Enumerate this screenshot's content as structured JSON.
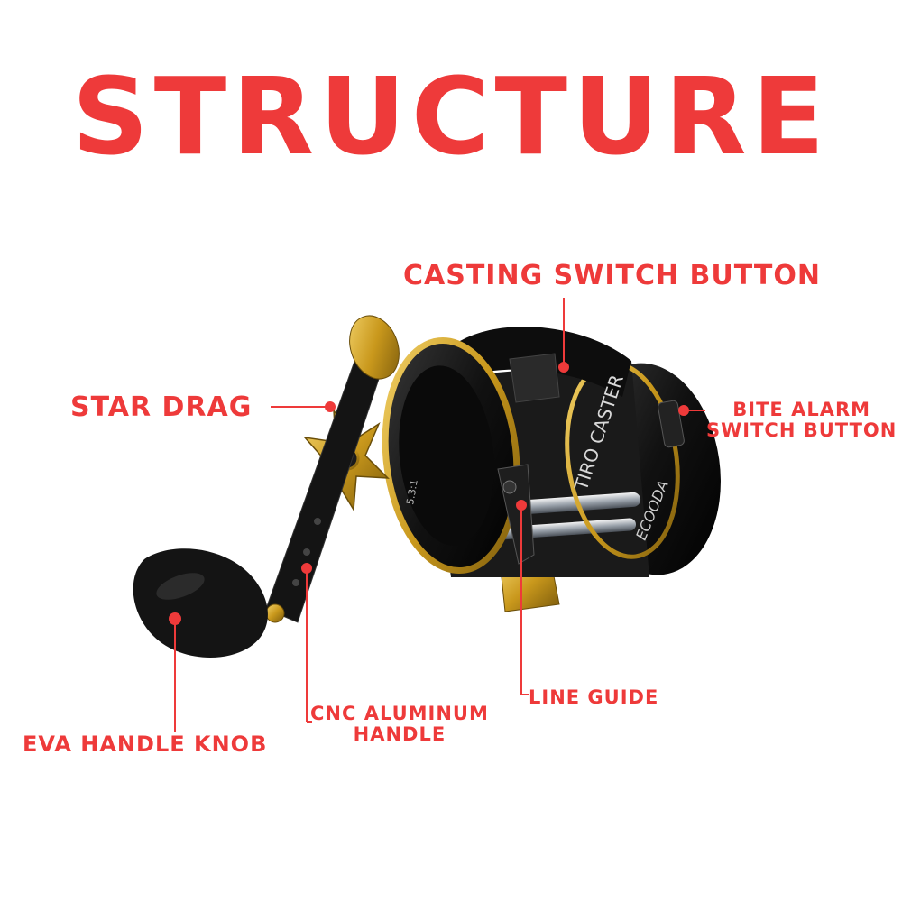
{
  "title": "STRUCTURE",
  "colors": {
    "accent": "#ee3a3a",
    "reel_body": "#151515",
    "reel_gold": "#c9981c"
  },
  "labels": {
    "casting_switch": "CASTING SWITCH BUTTON",
    "star_drag": "STAR DRAG",
    "bite_alarm_line1": "BITE ALARM",
    "bite_alarm_line2": "SWITCH BUTTON",
    "line_guide": "LINE GUIDE",
    "cnc_handle_line1": "CNC ALUMINUM",
    "cnc_handle_line2": "HANDLE",
    "eva_knob": "EVA HANDLE KNOB"
  },
  "reel_text": {
    "brand": "ECOODA",
    "model": "TIRO CASTER",
    "ratio": "5.3:1"
  }
}
